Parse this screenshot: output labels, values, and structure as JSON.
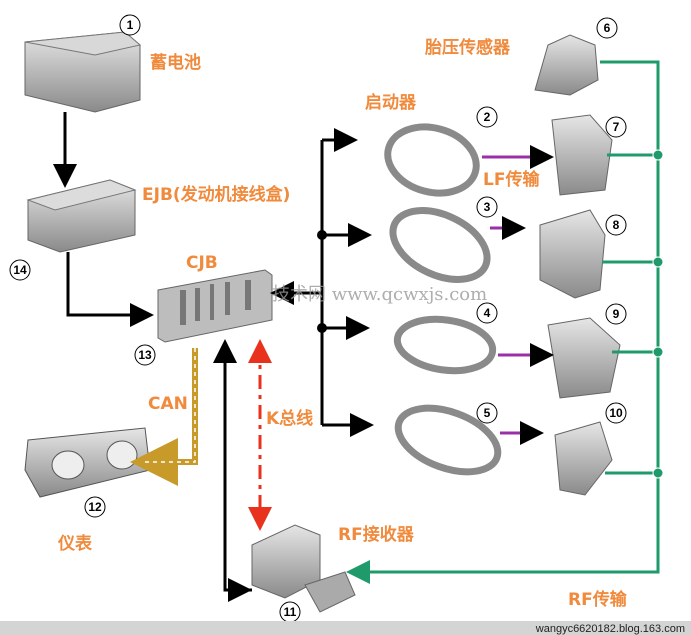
{
  "labels": {
    "battery": "蓄电池",
    "ejb": "EJB(发动机接线盒)",
    "cjb": "CJB",
    "starter": "启动器",
    "tpms_sensor": "胎压传感器",
    "lf_transmission": "LF传输",
    "k_bus": "K总线",
    "can": "CAN",
    "cluster": "仪表",
    "rf_receiver": "RF接收器",
    "rf_transmission": "RF传输"
  },
  "numbers": [
    "1",
    "2",
    "3",
    "4",
    "5",
    "6",
    "7",
    "8",
    "9",
    "10",
    "11",
    "12",
    "13",
    "14"
  ],
  "watermark": "技术网  www.qcwxjs.com",
  "footer": "wangyc6620182.blog.163.com",
  "colors": {
    "label": "#f08a3c",
    "rf_line": "#1f9a6a",
    "lf_arrow": "#9a2fa8",
    "can_line": "#c79a2a",
    "k_bus": "#e8321e",
    "wire": "#000000"
  }
}
